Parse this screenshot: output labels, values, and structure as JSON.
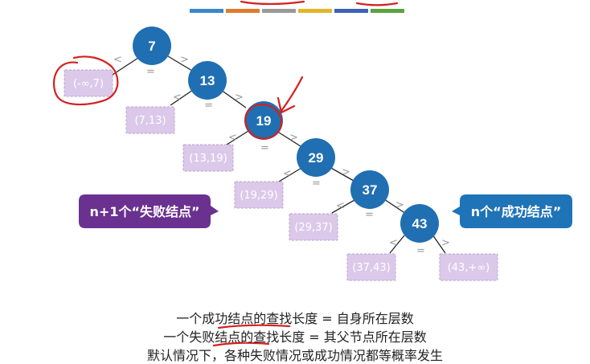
{
  "colors": {
    "node_fill": "#1f6fb2",
    "fail_fill": "#dcc9ea",
    "fail_text": "#ffffff",
    "left_bubble": "#6a3190",
    "right_bubble": "#1f73b7",
    "annotation": "#d42020",
    "stripe": [
      "#3a87c9",
      "#e07b2b",
      "#9a9a9a",
      "#e3b62a",
      "#3d62b5",
      "#5aa33d"
    ]
  },
  "nodes": [
    "7",
    "13",
    "19",
    "29",
    "37",
    "43"
  ],
  "edge_symbols": {
    "left": "<",
    "right": ">",
    "equal": "="
  },
  "failure_intervals": [
    "(-∞,7)",
    "(7,13)",
    "(13,19)",
    "(19,29)",
    "(29,37)",
    "(37,43)",
    "(43,+∞)"
  ],
  "callouts": {
    "failure": "n+1个“失败结点”",
    "success": "n个“成功结点”"
  },
  "captions": {
    "line1": "一个成功结点的查找长度 = 自身所在层数",
    "line2": "一个失败结点的查找长度 = 其父节点所在层数",
    "line3": "默认情况下，各种失败情况或成功情况都等概率发生"
  }
}
